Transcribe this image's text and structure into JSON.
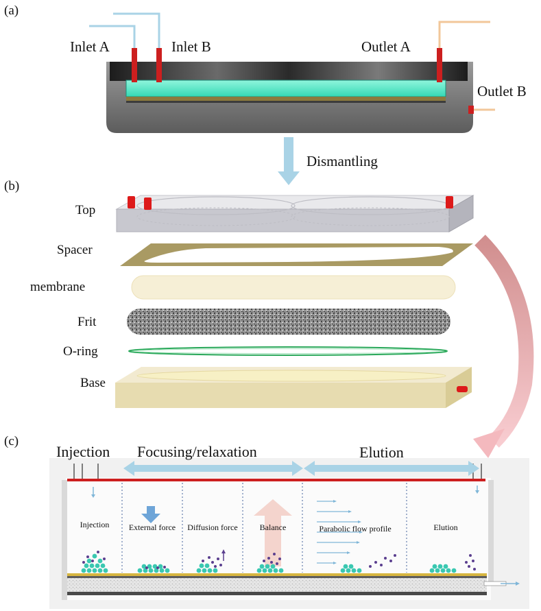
{
  "panels": {
    "a": "(a)",
    "b": "(b)",
    "c": "(c)"
  },
  "panel_a": {
    "inlet_a": "Inlet A",
    "inlet_b": "Inlet B",
    "outlet_a": "Outlet A",
    "outlet_b": "Outlet B",
    "transition": "Dismantling"
  },
  "panel_b": {
    "layers": [
      "Top",
      "Spacer",
      "membrane",
      "Frit",
      "O-ring",
      "Base"
    ]
  },
  "panel_c": {
    "headers": {
      "injection": "Injection",
      "focusing": "Focusing/relaxation",
      "elution": "Elution"
    },
    "stages": [
      "Injection",
      "External force",
      "Diffusion force",
      "Balance",
      "Parabolic flow profile",
      "Elution"
    ]
  },
  "colors": {
    "channel_fill": "#43e6c0",
    "inlet_red": "#cc1f1f",
    "arrow_blue": "#a9d3e6",
    "spacer_brown": "#a99a63",
    "membrane_cream": "#f6efd6",
    "oring_green": "#2aa85a",
    "base_cream": "#e7dcb0",
    "curved_arrow": "#e6a4a4",
    "particle_teal": "#3ac8b1",
    "particle_purple": "#5b3f8f"
  }
}
